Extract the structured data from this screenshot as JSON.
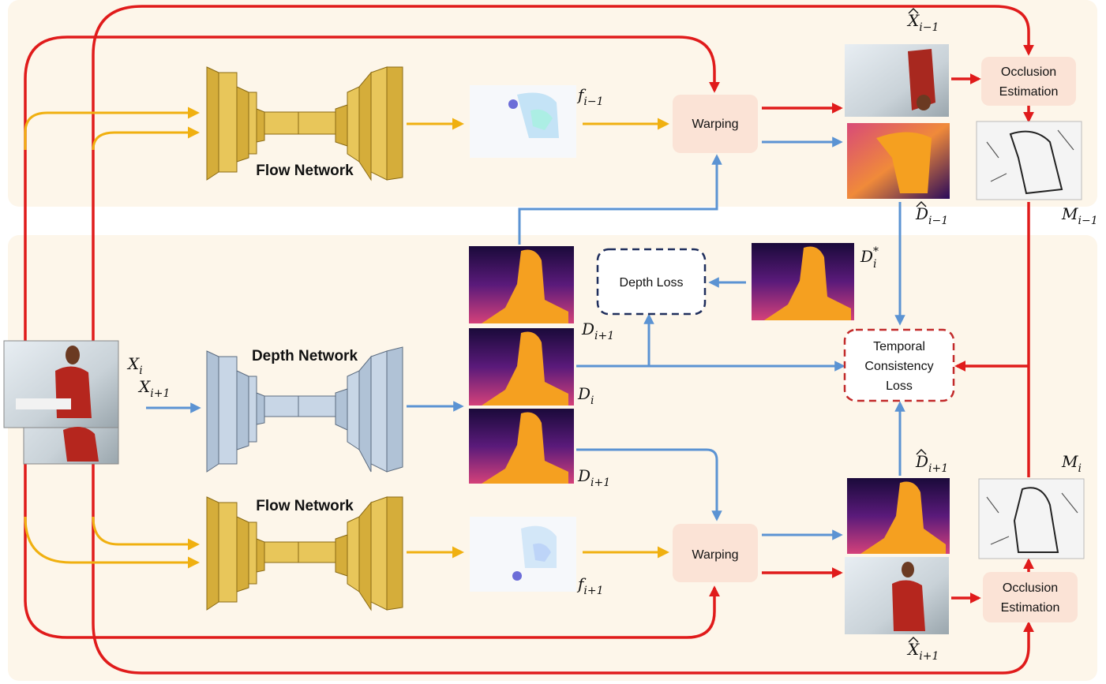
{
  "networks": {
    "flow_top": "Flow Network",
    "depth": "Depth Network",
    "flow_bottom": "Flow Network"
  },
  "boxes": {
    "warping_top": "Warping",
    "warping_bottom": "Warping",
    "occlusion_top": [
      "Occlusion",
      "Estimation"
    ],
    "occlusion_bottom": [
      "Occlusion",
      "Estimation"
    ],
    "depth_loss": "Depth Loss",
    "temporal_loss": [
      "Temporal",
      "Consistency",
      "Loss"
    ]
  },
  "symbols": {
    "x_i": {
      "base": "X",
      "sub": "i",
      "hat": false,
      "sup": ""
    },
    "x_i1": {
      "base": "X",
      "sub": "i+1",
      "hat": false,
      "sup": ""
    },
    "f_im1": {
      "base": "f",
      "sub": "i−1",
      "hat": false,
      "sup": ""
    },
    "f_ip1": {
      "base": "f",
      "sub": "i+1",
      "hat": false,
      "sup": ""
    },
    "xhat_im1": {
      "base": "X",
      "sub": "i−1",
      "hat": true,
      "sup": ""
    },
    "xhat_ip1": {
      "base": "X",
      "sub": "i+1",
      "hat": true,
      "sup": ""
    },
    "dhat_im1": {
      "base": "D",
      "sub": "i−1",
      "hat": true,
      "sup": ""
    },
    "dhat_ip1": {
      "base": "D",
      "sub": "i+1",
      "hat": true,
      "sup": ""
    },
    "m_im1": {
      "base": "M",
      "sub": "i−1",
      "hat": false,
      "sup": ""
    },
    "m_i": {
      "base": "M",
      "sub": "i",
      "hat": false,
      "sup": ""
    },
    "d_star": {
      "base": "D",
      "sub": "i",
      "hat": false,
      "sup": "*"
    },
    "d_ip1_top": {
      "base": "D",
      "sub": "i+1",
      "hat": false,
      "sup": ""
    },
    "d_i": {
      "base": "D",
      "sub": "i",
      "hat": false,
      "sup": ""
    },
    "d_ip1_bottom": {
      "base": "D",
      "sub": "i+1",
      "hat": false,
      "sup": ""
    }
  },
  "colors": {
    "red": "#e01b1b",
    "orange": "#f0b010",
    "blue": "#5b93d3",
    "navy": "#1f2e5c",
    "panel": "#fdf6ea",
    "box_fill": "#fbe3d6",
    "flow_net": "#e8c65a",
    "depth_net": "#c8d6e6"
  }
}
